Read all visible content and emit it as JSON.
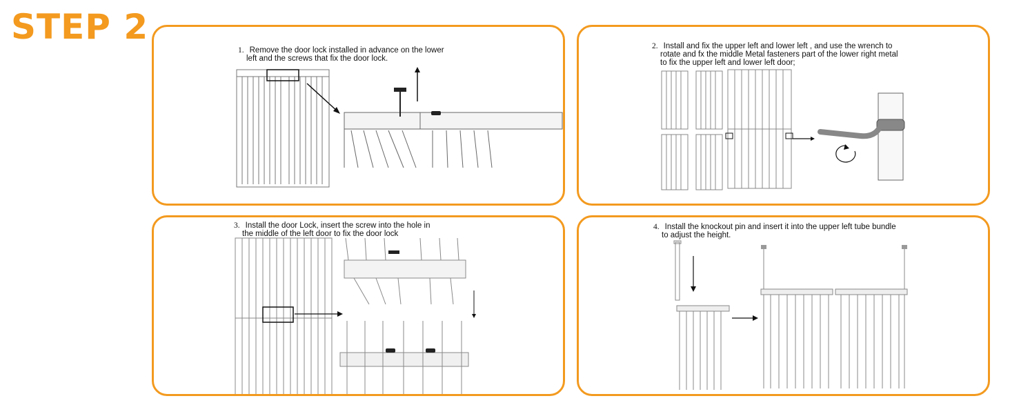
{
  "title": "STEP 2",
  "accent_color": "#f39a1f",
  "steps": [
    {
      "num": "1.",
      "line1": "Remove the door lock installed in advance on the lower",
      "line2": "left and the screws that fix the door lock.",
      "line3": ""
    },
    {
      "num": "2.",
      "line1": "Install and fix the upper left and lower left , and use the wrench to",
      "line2": "rotate and fx the middle Metal fasteners part of the lower right metal",
      "line3": "to fix the upper left and lower left door;"
    },
    {
      "num": "3.",
      "line1": "Install the door Lock, insert the screw into the hole in",
      "line2": "the middle of the left door to fix the door lock",
      "line3": ""
    },
    {
      "num": "4.",
      "line1": "Install the knockout pin and insert it into the upper left tube bundle",
      "line2": "to adjust the height.",
      "line3": ""
    }
  ]
}
